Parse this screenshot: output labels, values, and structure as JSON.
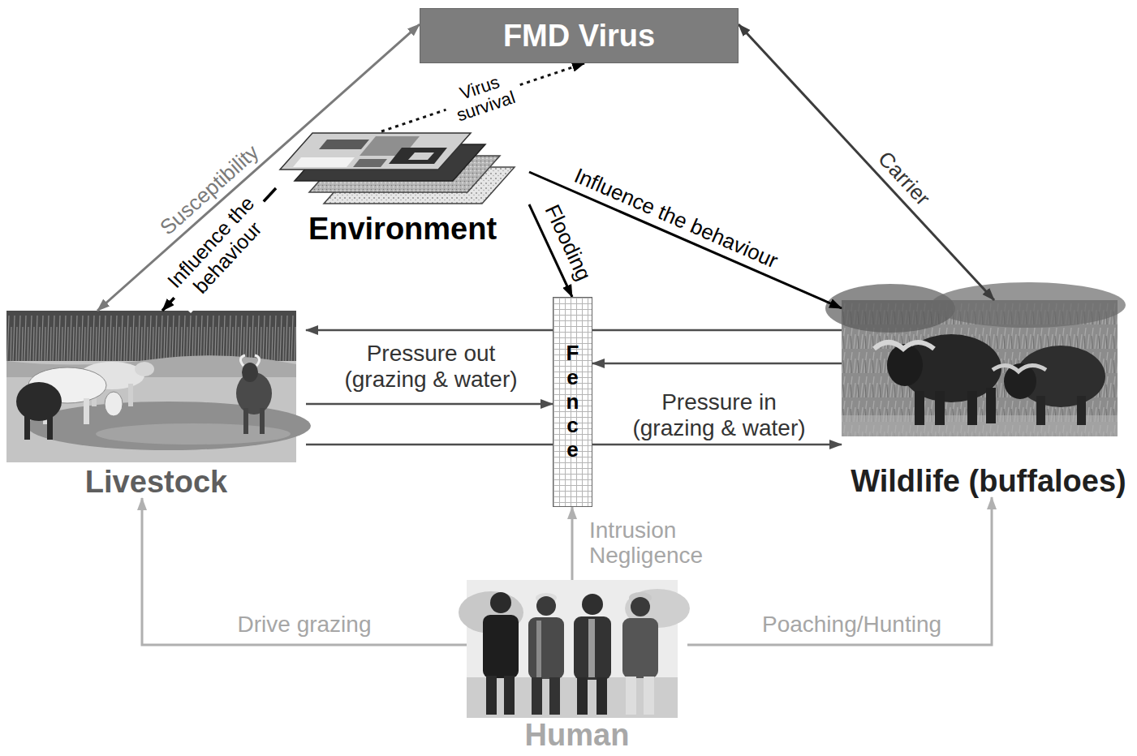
{
  "diagram": {
    "nodes": [
      {
        "text": [
          "FMD Virus"
        ]
      },
      {
        "text": [
          "Environment"
        ]
      },
      {
        "text": [
          "Livestock"
        ]
      },
      {
        "text": [
          "Fence"
        ]
      },
      {
        "text": [
          "Wildlife (buffaloes)"
        ]
      },
      {
        "text": [
          "Human"
        ]
      }
    ],
    "edges": [
      {
        "from": 2,
        "to": 0,
        "label": "Susceptibility",
        "arrow": "both"
      },
      {
        "from": 1,
        "to": 0,
        "label": "Virus survival",
        "arrow": "to"
      },
      {
        "from": 4,
        "to": 0,
        "label": "Carrier",
        "arrow": "both"
      },
      {
        "from": 1,
        "to": 2,
        "label": "Influence the behaviour",
        "arrow": "to"
      },
      {
        "from": 1,
        "to": 4,
        "label": "Influence the behaviour",
        "arrow": "to"
      },
      {
        "from": 1,
        "to": 3,
        "label": "Flooding",
        "arrow": "to"
      },
      {
        "from": 4,
        "to": 2,
        "arrow": "to"
      },
      {
        "from": 4,
        "to": 3,
        "arrow": "to"
      },
      {
        "from": 2,
        "to": 3,
        "arrow": "to"
      },
      {
        "from": 2,
        "to": 4,
        "arrow": "to"
      },
      {
        "from": 5,
        "to": 2,
        "label": "Drive grazing",
        "arrow": "to"
      },
      {
        "from": 5,
        "to": 3,
        "label": "Intrusion Negligence",
        "arrow": "to"
      },
      {
        "from": 5,
        "to": 4,
        "label": "Poaching/Hunting",
        "arrow": "to"
      }
    ],
    "labels": [
      "Pressure out (grazing & water)",
      "Pressure in (grazing & water)"
    ]
  }
}
